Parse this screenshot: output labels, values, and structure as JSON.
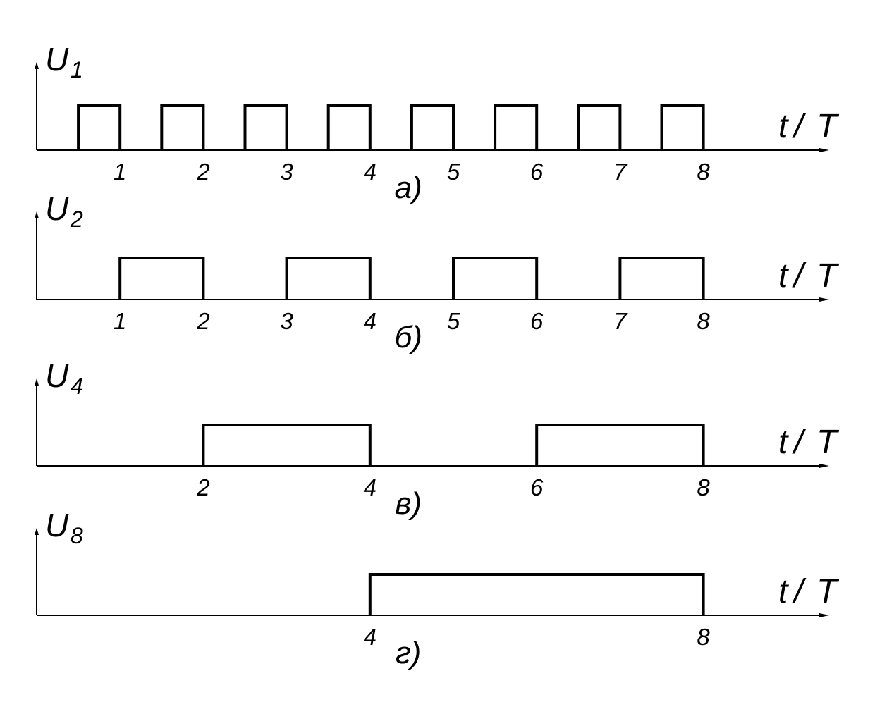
{
  "chart_data": [
    {
      "type": "line",
      "panel_id": "а)",
      "ylabel_main": "U",
      "ylabel_sub": "1",
      "xlabel_t": "t",
      "xlabel_slash": "/",
      "xlabel_T": "T",
      "ticks": [
        "1",
        "2",
        "3",
        "4",
        "5",
        "6",
        "7",
        "8"
      ],
      "tick_values": [
        1,
        2,
        3,
        4,
        5,
        6,
        7,
        8
      ],
      "pulses": [
        [
          0.5,
          1
        ],
        [
          1.5,
          2
        ],
        [
          2.5,
          3
        ],
        [
          3.5,
          4
        ],
        [
          4.5,
          5
        ],
        [
          5.5,
          6
        ],
        [
          6.5,
          7
        ],
        [
          7.5,
          8
        ]
      ],
      "xlim": [
        0,
        9.5
      ]
    },
    {
      "type": "line",
      "panel_id": "б)",
      "ylabel_main": "U",
      "ylabel_sub": "2",
      "xlabel_t": "t",
      "xlabel_slash": "/",
      "xlabel_T": "T",
      "ticks": [
        "1",
        "2",
        "3",
        "4",
        "5",
        "6",
        "7",
        "8"
      ],
      "tick_values": [
        1,
        2,
        3,
        4,
        5,
        6,
        7,
        8
      ],
      "pulses": [
        [
          1,
          2
        ],
        [
          3,
          4
        ],
        [
          5,
          6
        ],
        [
          7,
          8
        ]
      ],
      "xlim": [
        0,
        9.5
      ]
    },
    {
      "type": "line",
      "panel_id": "в)",
      "ylabel_main": "U",
      "ylabel_sub": "4",
      "xlabel_t": "t",
      "xlabel_slash": "/",
      "xlabel_T": "T",
      "ticks": [
        "2",
        "4",
        "6",
        "8"
      ],
      "tick_values": [
        2,
        4,
        6,
        8
      ],
      "pulses": [
        [
          2,
          4
        ],
        [
          6,
          8
        ]
      ],
      "xlim": [
        0,
        9.5
      ]
    },
    {
      "type": "line",
      "panel_id": "г)",
      "ylabel_main": "U",
      "ylabel_sub": "8",
      "xlabel_t": "t",
      "xlabel_slash": "/",
      "xlabel_T": "T",
      "ticks": [
        "4",
        "8"
      ],
      "tick_values": [
        4,
        8
      ],
      "pulses": [
        [
          4,
          8
        ]
      ],
      "xlim": [
        0,
        9.5
      ]
    }
  ]
}
